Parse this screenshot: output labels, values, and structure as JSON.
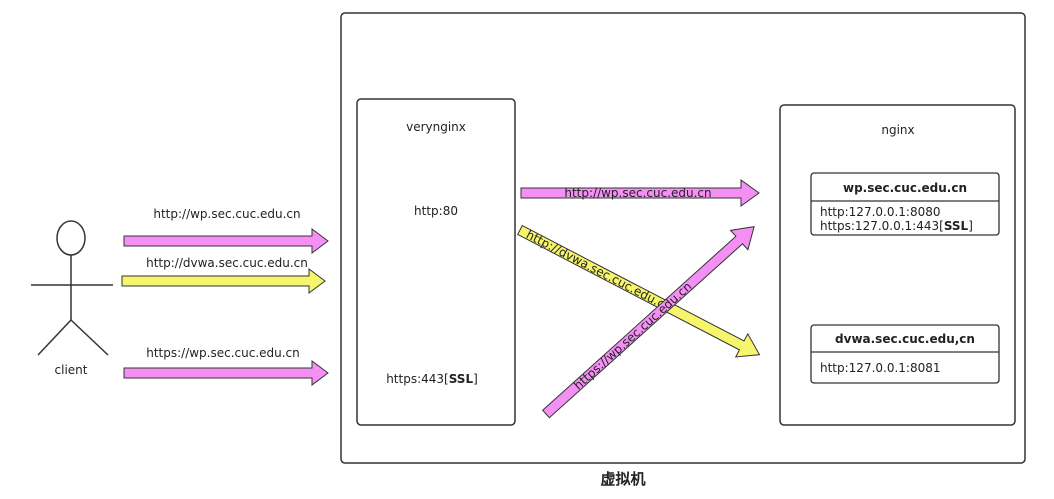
{
  "client": {
    "label": "client"
  },
  "client_requests": [
    {
      "url": "http://wp.sec.cuc.edu.cn",
      "color": "#f490f4"
    },
    {
      "url": "http://dvwa.sec.cuc.edu.cn",
      "color": "#f6f56b"
    },
    {
      "url": "https://wp.sec.cuc.edu.cn",
      "color": "#f490f4"
    }
  ],
  "vm": {
    "label": "虚拟机"
  },
  "verynginx": {
    "title": "verynginx",
    "http_port": "http:80",
    "https_port_prefix": "https:443[",
    "https_port_bold": "SSL",
    "https_port_suffix": "]"
  },
  "forwarded": [
    {
      "url": "http://wp.sec.cuc.edu.cn",
      "color": "#f490f4"
    },
    {
      "url": "http://dvwa.sec.cuc.edu.cn",
      "color": "#f6f56b"
    },
    {
      "url": "https://wp.sec.cuc.edu.cn",
      "color": "#f490f4"
    }
  ],
  "nginx": {
    "title": "nginx",
    "sites": [
      {
        "name": "wp.sec.cuc.edu.cn",
        "line1": "http:127.0.0.1:8080",
        "line2_prefix": "https:127.0.0.1:443[",
        "line2_bold": "SSL",
        "line2_suffix": "]"
      },
      {
        "name": "dvwa.sec.cuc.edu,cn",
        "line1": "http:127.0.0.1:8081"
      }
    ]
  }
}
